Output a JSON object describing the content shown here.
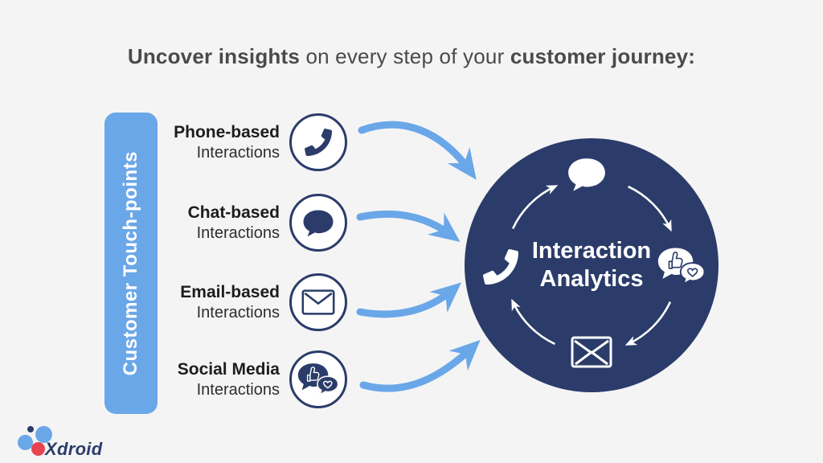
{
  "title": {
    "bold1": "Uncover insights",
    "mid": " on every step of your ",
    "bold2": "customer journey:"
  },
  "sidebar": {
    "label": "Customer Touch-points"
  },
  "touchpoints": [
    {
      "name": "Phone-based",
      "sub": "Interactions",
      "icon": "phone-icon"
    },
    {
      "name": "Chat-based",
      "sub": "Interactions",
      "icon": "chat-icon"
    },
    {
      "name": "Email-based",
      "sub": "Interactions",
      "icon": "email-icon"
    },
    {
      "name": "Social Media",
      "sub": "Interactions",
      "icon": "social-icon"
    }
  ],
  "hub": {
    "line1": "Interaction",
    "line2": "Analytics",
    "cycle_icons": [
      {
        "position": "top",
        "name": "chat-bubble-icon"
      },
      {
        "position": "right",
        "name": "social-reactions-icon"
      },
      {
        "position": "bottom",
        "name": "envelope-icon"
      },
      {
        "position": "left",
        "name": "phone-handset-icon"
      }
    ],
    "flow_direction": "clockwise"
  },
  "logo": {
    "text": "Xdroid"
  },
  "colors": {
    "navy": "#2b3c6a",
    "light_blue": "#6aa7e8",
    "background": "#f4f4f4",
    "title_text": "#4a4a4a",
    "logo_red": "#e8444f"
  }
}
